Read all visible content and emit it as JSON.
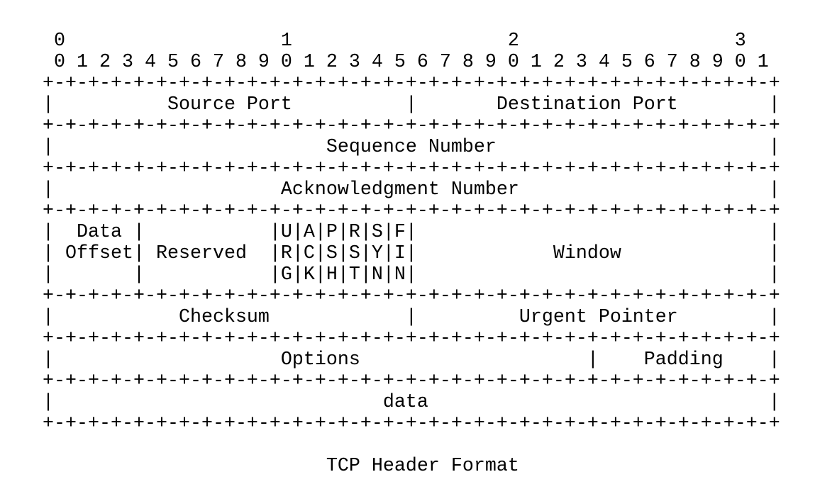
{
  "diagram": {
    "bit_ruler_tens": " 0                   1                   2                   3",
    "bit_ruler_units": " 0 1 2 3 4 5 6 7 8 9 0 1 2 3 4 5 6 7 8 9 0 1 2 3 4 5 6 7 8 9 0 1",
    "border": "+-+-+-+-+-+-+-+-+-+-+-+-+-+-+-+-+-+-+-+-+-+-+-+-+-+-+-+-+-+-+-+-+",
    "rows": {
      "ports": "|          Source Port          |       Destination Port        |",
      "sequence": "|                        Sequence Number                        |",
      "ack": "|                    Acknowledgment Number                      |",
      "flags_1": "|  Data |           |U|A|P|R|S|F|                               |",
      "flags_2": "| Offset| Reserved  |R|C|S|S|Y|I|            Window             |",
      "flags_3": "|       |           |G|K|H|T|N|N|                               |",
      "checksum": "|           Checksum            |         Urgent Pointer        |",
      "options": "|                    Options                    |    Padding    |",
      "data": "|                             data                              |"
    },
    "caption": "                         TCP Header Format"
  }
}
